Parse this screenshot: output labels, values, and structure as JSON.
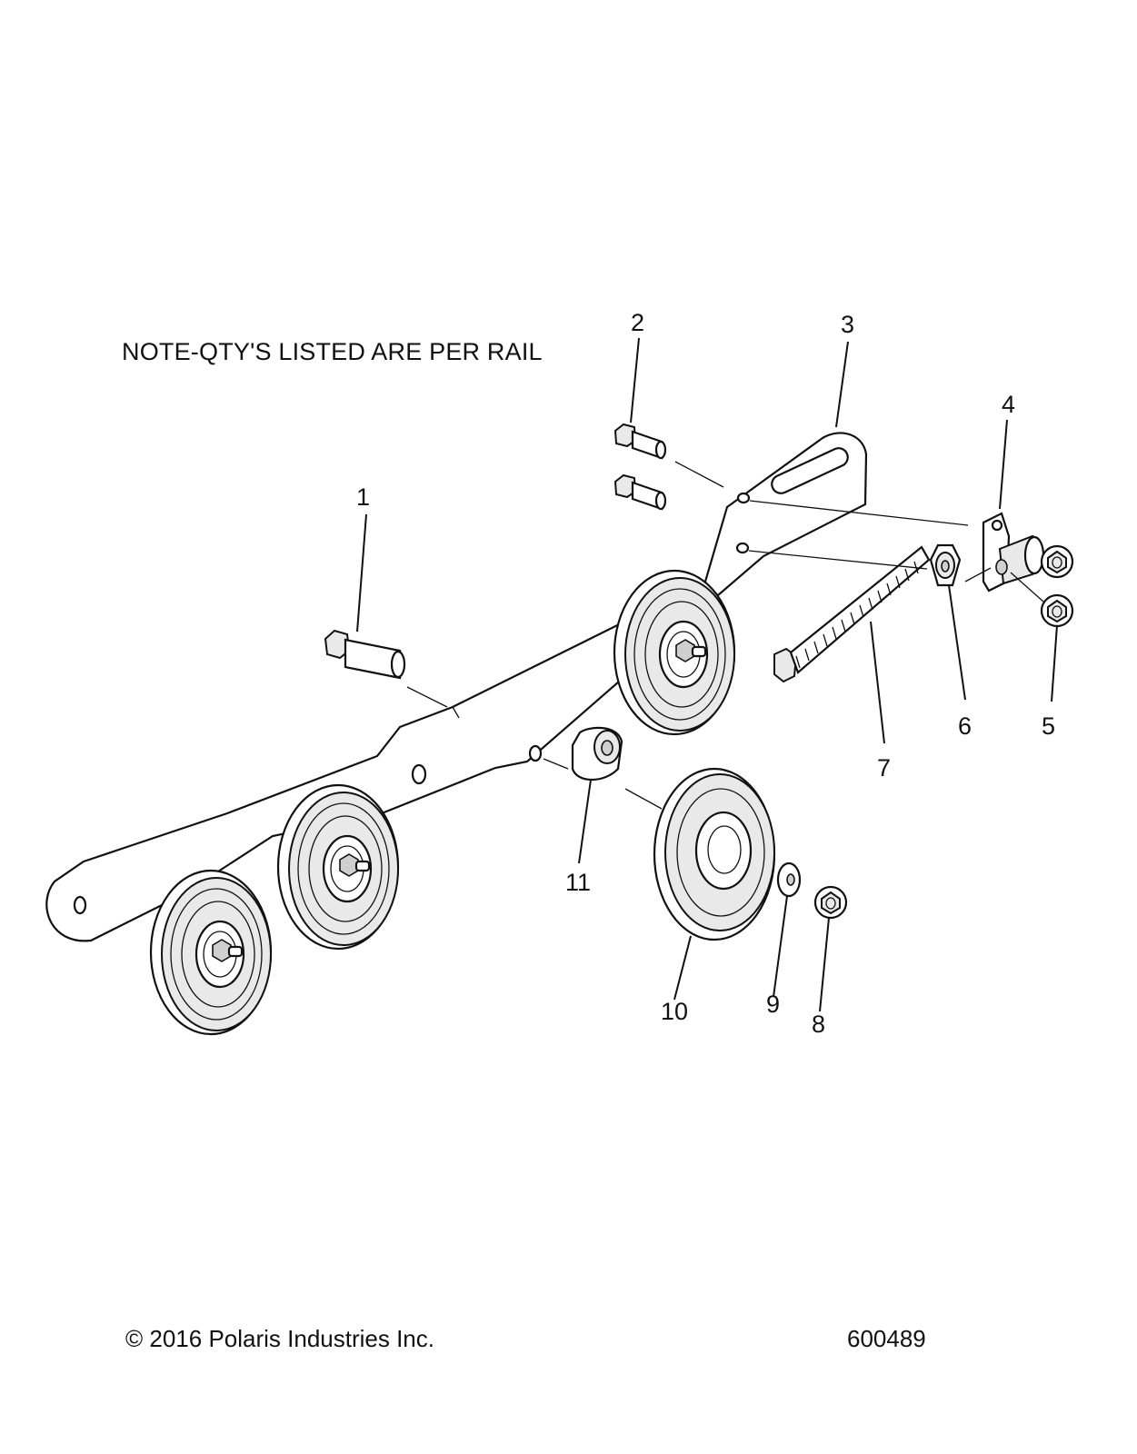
{
  "note": "NOTE-QTY'S LISTED ARE PER RAIL",
  "copyright": "© 2016 Polaris Industries Inc.",
  "figure_number": "600489",
  "callouts": [
    {
      "id": "1",
      "label": "1"
    },
    {
      "id": "2",
      "label": "2"
    },
    {
      "id": "3",
      "label": "3"
    },
    {
      "id": "4",
      "label": "4"
    },
    {
      "id": "5",
      "label": "5"
    },
    {
      "id": "6",
      "label": "6"
    },
    {
      "id": "7",
      "label": "7"
    },
    {
      "id": "8",
      "label": "8"
    },
    {
      "id": "9",
      "label": "9"
    },
    {
      "id": "10",
      "label": "10"
    },
    {
      "id": "11",
      "label": "11"
    }
  ]
}
